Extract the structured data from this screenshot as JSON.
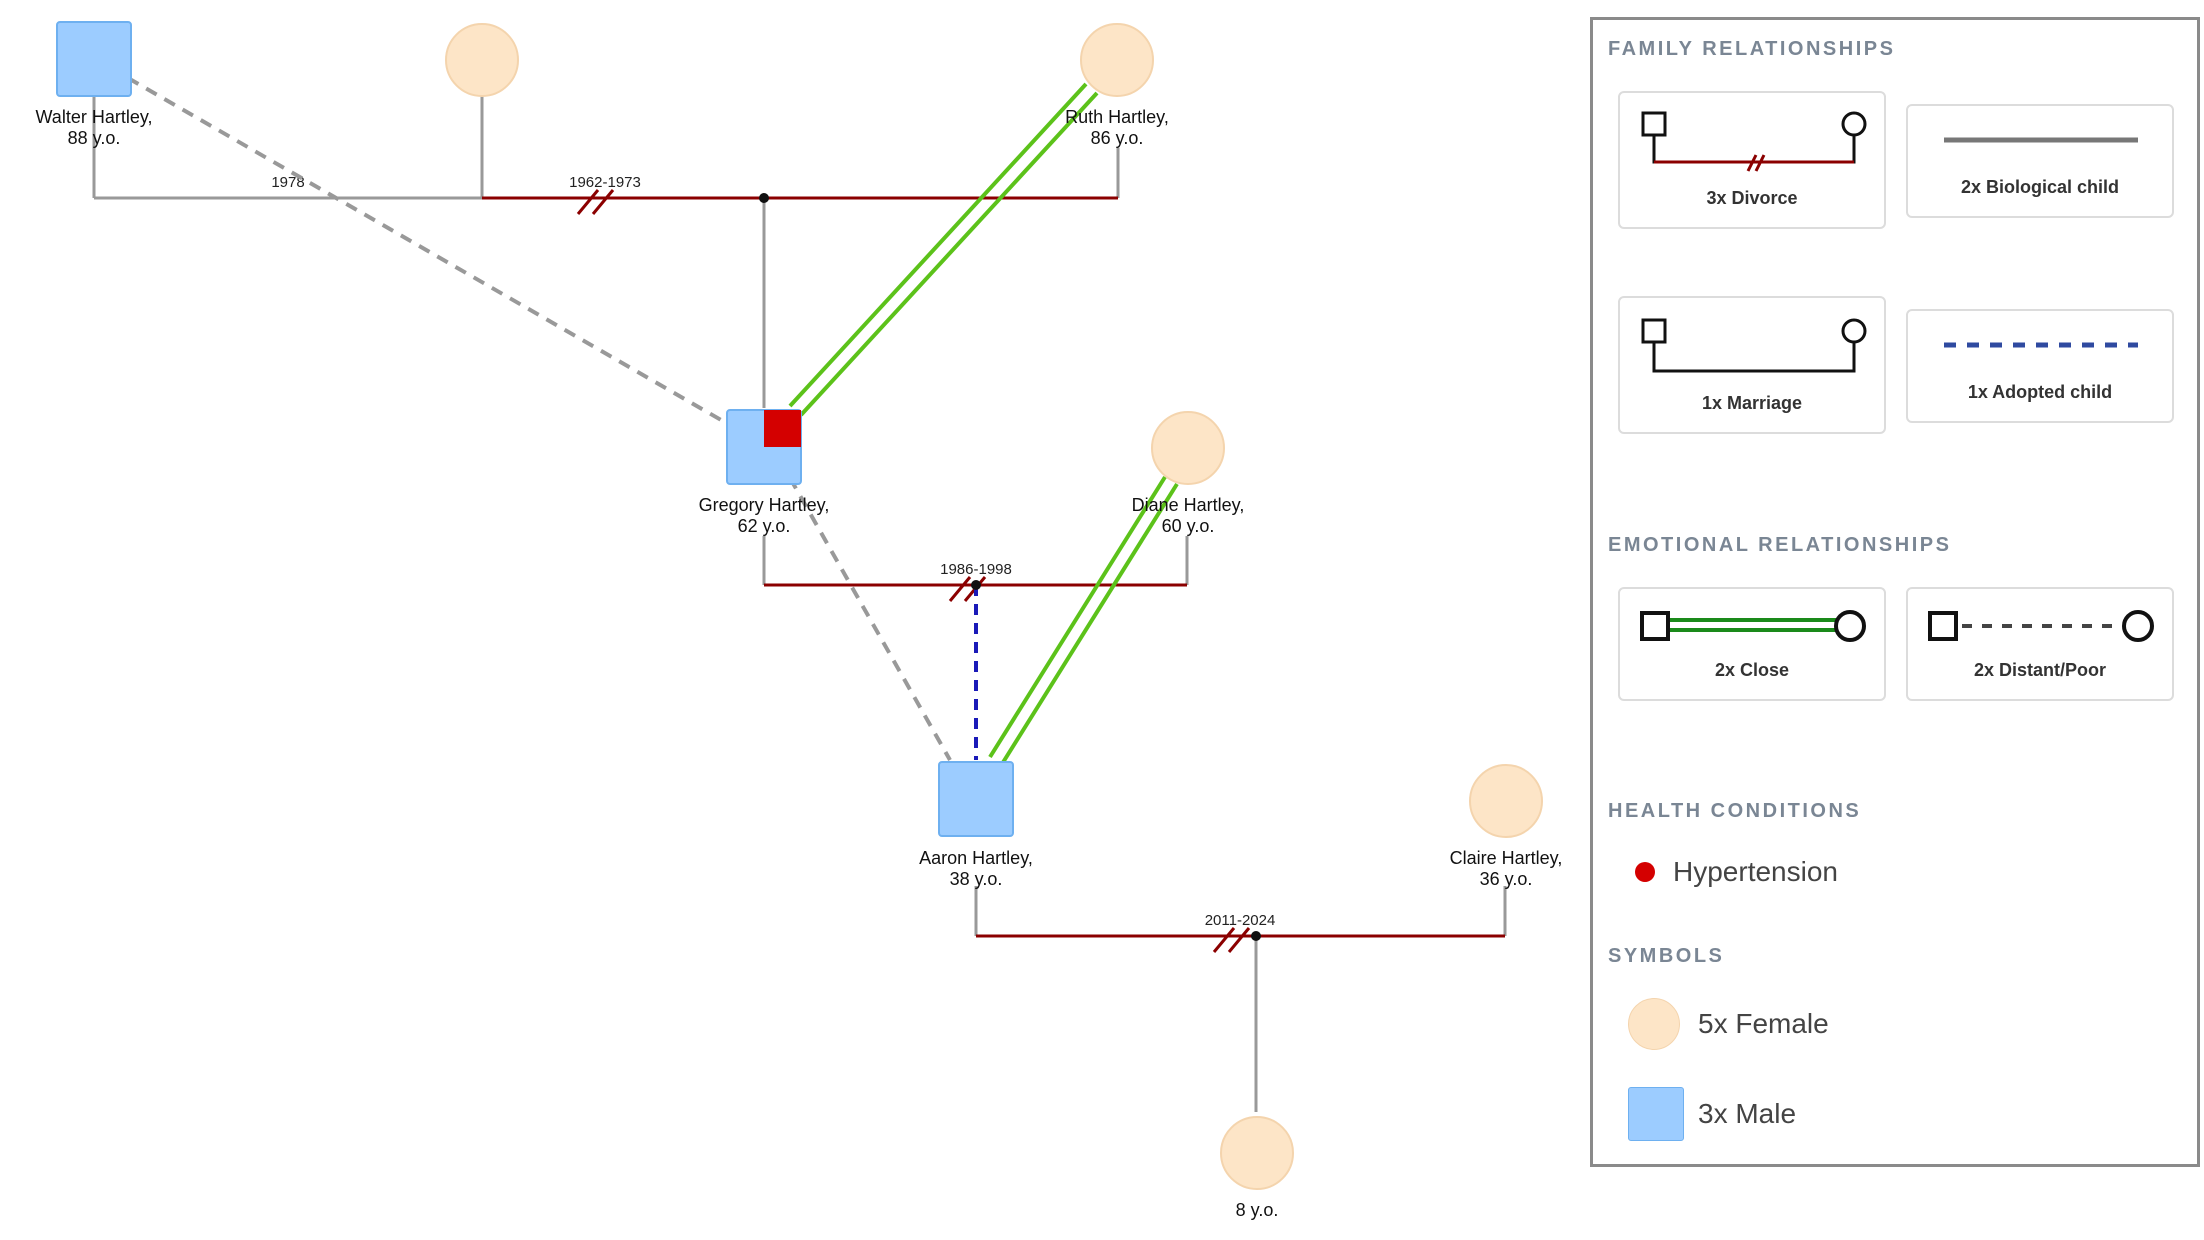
{
  "genogram": {
    "people": [
      {
        "id": "walter",
        "name_line": "Walter Hartley,",
        "age_line": "88 y.o.",
        "sex": "male"
      },
      {
        "id": "walter_wife2",
        "name_line": "",
        "age_line": "",
        "sex": "female"
      },
      {
        "id": "ruth",
        "name_line": "Ruth Hartley,",
        "age_line": "86 y.o.",
        "sex": "female"
      },
      {
        "id": "gregory",
        "name_line": "Gregory Hartley,",
        "age_line": "62 y.o.",
        "sex": "male",
        "condition": "Hypertension"
      },
      {
        "id": "diane",
        "name_line": "Diane Hartley,",
        "age_line": "60 y.o.",
        "sex": "female"
      },
      {
        "id": "aaron",
        "name_line": "Aaron Hartley,",
        "age_line": "38 y.o.",
        "sex": "male"
      },
      {
        "id": "claire",
        "name_line": "Claire Hartley,",
        "age_line": "36 y.o.",
        "sex": "female"
      },
      {
        "id": "child",
        "name_line": "8 y.o.",
        "age_line": "",
        "sex": "female"
      }
    ],
    "relationships": [
      {
        "type": "marriage",
        "label": "1978",
        "between": [
          "walter",
          "walter_wife2"
        ]
      },
      {
        "type": "divorce",
        "label": "1962-1973",
        "between": [
          "walter_wife2",
          "ruth"
        ]
      },
      {
        "type": "divorce",
        "label": "1986-1998",
        "between": [
          "gregory",
          "diane"
        ]
      },
      {
        "type": "divorce",
        "label": "2011-2024",
        "between": [
          "aaron",
          "claire"
        ]
      },
      {
        "type": "biological-child",
        "parents": "1962-1973",
        "child": "gregory"
      },
      {
        "type": "adopted-child",
        "parents": "1986-1998",
        "child": "aaron"
      },
      {
        "type": "biological-child",
        "parents": "2011-2024",
        "child": "child"
      },
      {
        "type": "close",
        "between": [
          "gregory",
          "ruth"
        ]
      },
      {
        "type": "close",
        "between": [
          "aaron",
          "diane"
        ]
      },
      {
        "type": "distant-poor",
        "between": [
          "walter",
          "gregory"
        ]
      },
      {
        "type": "distant-poor",
        "between": [
          "gregory",
          "aaron"
        ]
      }
    ]
  },
  "legend": {
    "family_title": "FAMILY RELATIONSHIPS",
    "divorce_label": "3x Divorce",
    "biological_label": "2x Biological child",
    "marriage_label": "1x Marriage",
    "adopted_label": "1x Adopted child",
    "emotional_title": "EMOTIONAL RELATIONSHIPS",
    "close_label": "2x Close",
    "distant_label": "2x Distant/Poor",
    "health_title": "HEALTH CONDITIONS",
    "hypertension_label": "Hypertension",
    "symbols_title": "SYMBOLS",
    "female_label": "5x Female",
    "male_label": "3x Male"
  },
  "colors": {
    "male_fill": "#9cccff",
    "female_fill": "#fde5c7",
    "divorce_line": "#8b0000",
    "close_line": "#5cc21a",
    "adopted_line": "#1a1ab8",
    "hypertension": "#d40000"
  }
}
